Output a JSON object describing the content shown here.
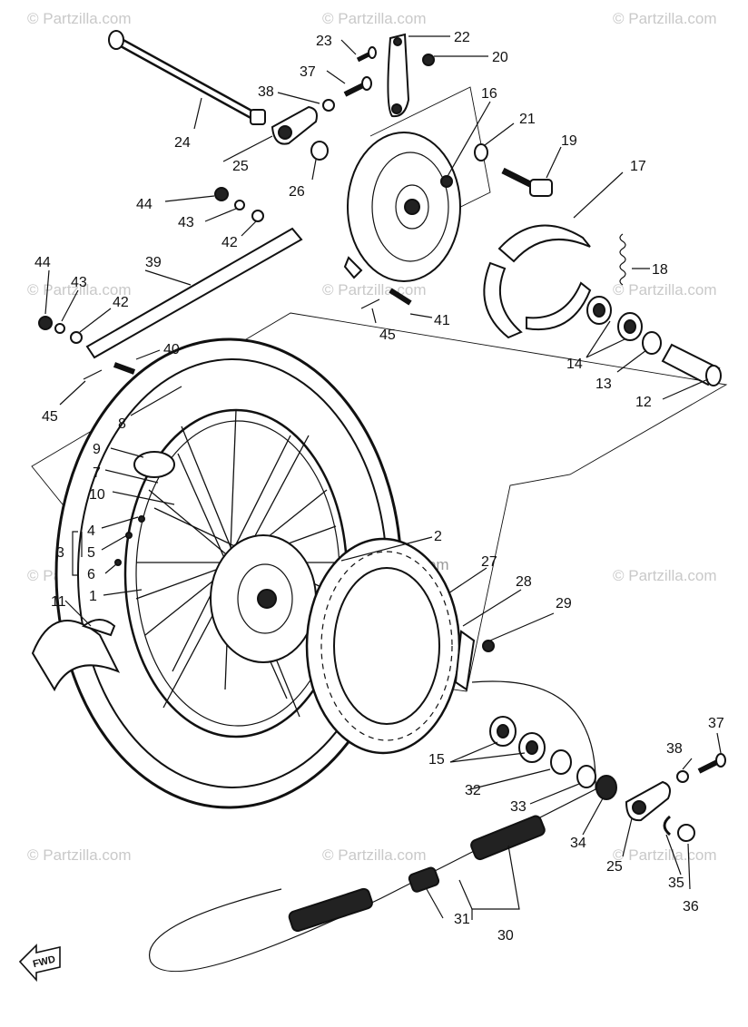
{
  "watermark": "© Partzilla.com",
  "fwd_label": "FWD",
  "labels": [
    "1",
    "2",
    "3",
    "4",
    "5",
    "6",
    "7",
    "8",
    "9",
    "10",
    "11",
    "12",
    "13",
    "14",
    "15",
    "16",
    "17",
    "18",
    "19",
    "20",
    "21",
    "22",
    "23",
    "24",
    "25",
    "25",
    "26",
    "27",
    "28",
    "29",
    "30",
    "31",
    "32",
    "33",
    "34",
    "35",
    "36",
    "37",
    "37",
    "38",
    "38",
    "39",
    "40",
    "41",
    "42",
    "42",
    "43",
    "43",
    "44",
    "44",
    "45",
    "45"
  ]
}
